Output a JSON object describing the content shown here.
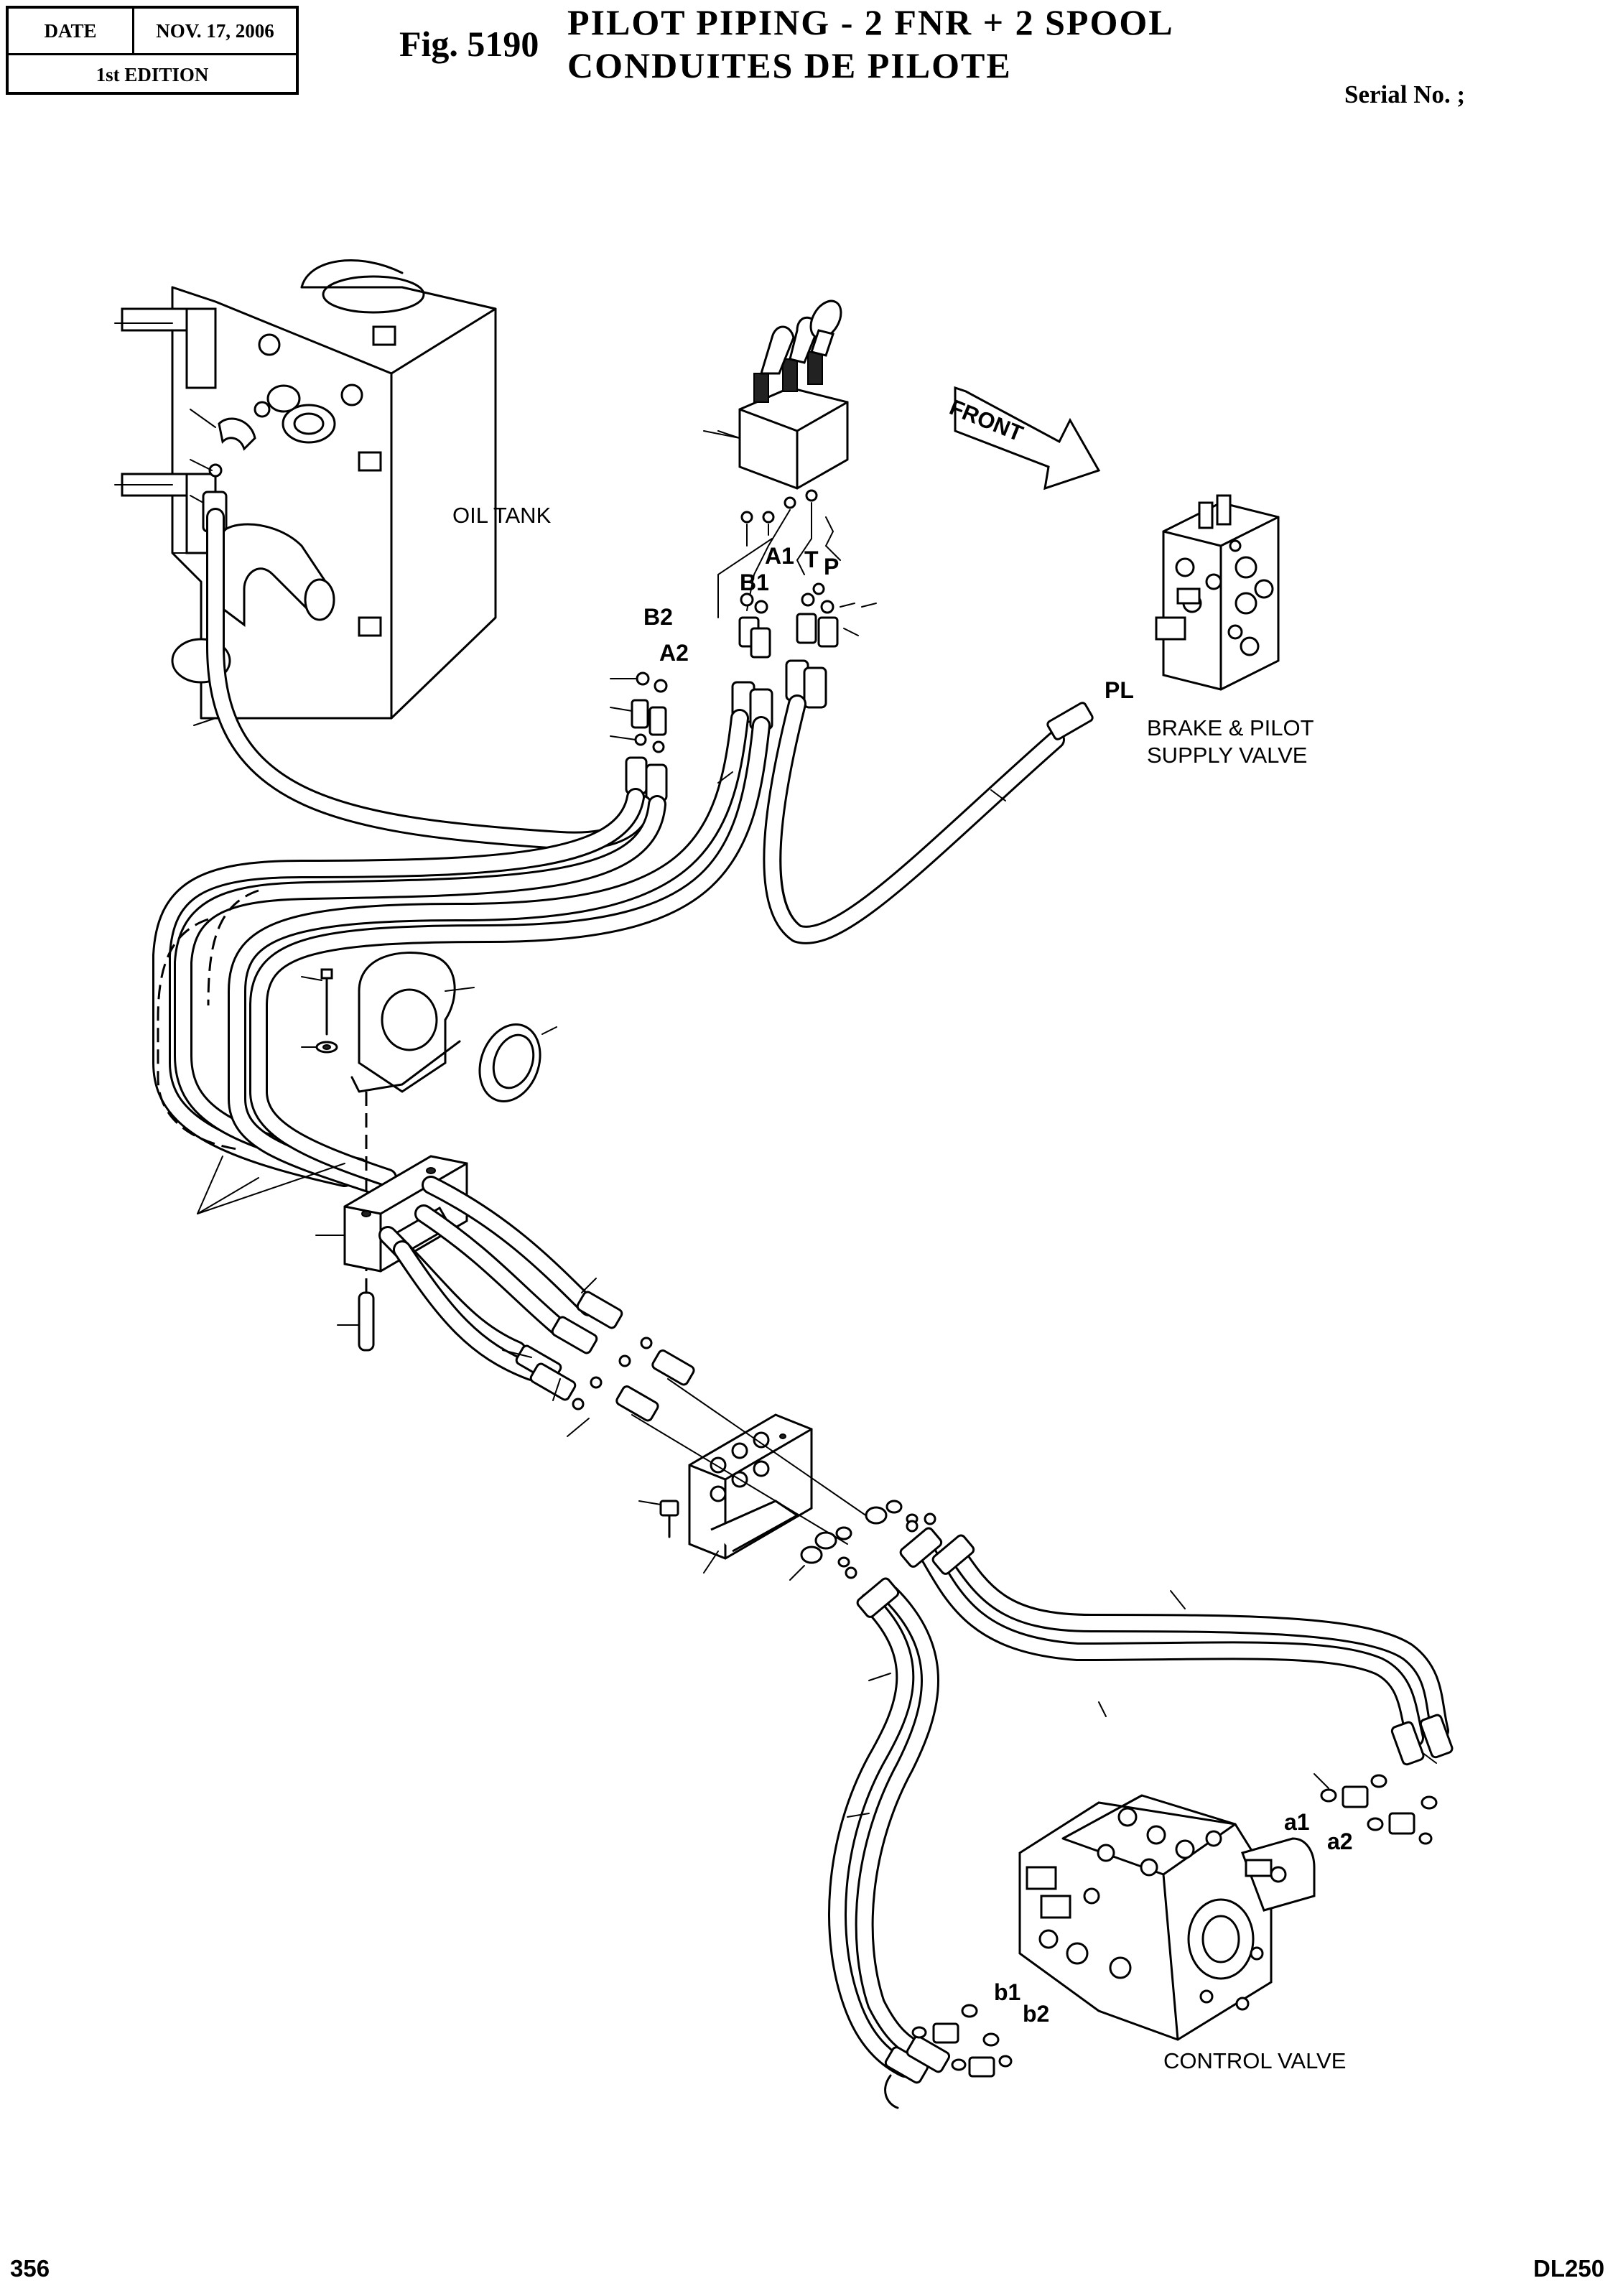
{
  "header": {
    "date_label": "DATE",
    "date_value": "NOV. 17, 2006",
    "edition": "1st EDITION",
    "fig_number": "Fig. 5190",
    "title_en": "PILOT PIPING - 2 FNR + 2 SPOOL",
    "title_fr": "CONDUITES DE PILOTE",
    "serial": "Serial No. ;"
  },
  "diagram": {
    "components": {
      "oil_tank": "OIL TANK",
      "brake_valve_line1": "BRAKE & PILOT",
      "brake_valve_line2": "SUPPLY VALVE",
      "control_valve": "CONTROL VALVE",
      "front_arrow": "FRONT"
    },
    "ports": {
      "b2": "B2",
      "a2": "A2",
      "a1": "A1",
      "b1": "B1",
      "t": "T",
      "p": "P",
      "pl": "PL",
      "a1_lower": "a1",
      "a2_lower": "a2",
      "b1_lower": "b1",
      "b2_lower": "b2"
    }
  },
  "footer": {
    "page_number": "356",
    "model": "DL250"
  }
}
